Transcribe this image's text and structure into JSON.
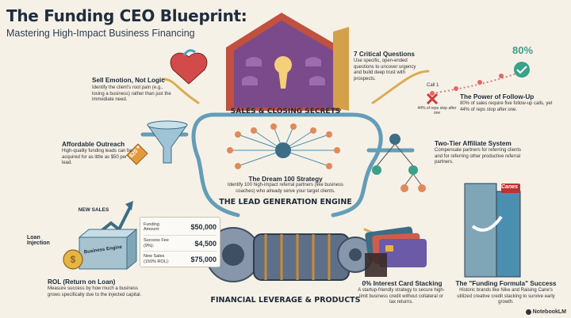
{
  "header": {
    "title": "The Funding CEO Blueprint:",
    "subtitle": "Mastering High-Impact Business Financing"
  },
  "sections": {
    "sell_emotion": {
      "title": "Sell Emotion, Not Logic",
      "body": "Identify the client's root pain (e.g., losing a business) rather than just the immediate need."
    },
    "critical_questions": {
      "title": "7 Critical Questions",
      "body": "Use specific, open-ended questions to uncover urgency and build deep trust with prospects."
    },
    "follow_up": {
      "title": "The Power of Follow-Up",
      "body": "80% of sales require five follow-up calls, yet 44% of reps stop after one.",
      "percent_label": "80%",
      "call_label": "Call 1",
      "stop_label": "44% of reps stop after one"
    },
    "sales_closing": {
      "banner": "SALES & CLOSING SECRETS"
    },
    "affordable_outreach": {
      "title": "Affordable Outreach",
      "body": "High-quality funding leads can be acquired for as little as $50 per lead.",
      "tag_label": "$20"
    },
    "dream_100": {
      "title": "The Dream 100 Strategy",
      "body": "Identify 100 high-impact referral partners (like business coaches) who already serve your target clients."
    },
    "two_tier": {
      "title": "Two-Tier Affiliate System",
      "body": "Compensate partners for referring clients and for referring other productive referral partners."
    },
    "lead_gen": {
      "banner": "THE LEAD GENERATION ENGINE"
    },
    "rol": {
      "new_sales_label": "NEW SALES",
      "loan_injection_label": "Loan Injection",
      "box_label": "Business Engine",
      "title": "ROL (Return on Loan)",
      "body": "Measure success by how much a business grows specifically due to the injected capital."
    },
    "funding_table": {
      "rows": [
        {
          "label": "Funding Amount:",
          "value": "$50,000"
        },
        {
          "label": "Success Fee (9%):",
          "value": "$4,500"
        },
        {
          "label": "New Sales (150% ROL):",
          "value": "$75,000"
        }
      ]
    },
    "financial_leverage": {
      "banner": "FINANCIAL LEVERAGE & PRODUCTS"
    },
    "card_stacking": {
      "title": "0% Interest Card Stacking",
      "body": "A startup-friendly strategy to secure high-limit business credit without collateral or tax returns."
    },
    "funding_formula": {
      "title": "The \"Funding Formula\" Success",
      "body": "Historic brands like Nike and Raising Cane's utilized creative credit stacking to survive early growth.",
      "canes_label": "Canes"
    }
  },
  "footer": {
    "brand": "NotebookLM"
  },
  "colors": {
    "door_purple": "#7b4a8a",
    "door_frame": "#c0503f",
    "check_green": "#3aa18a",
    "pipe_blue": "#4a8fb0",
    "gear_steel": "#5d7088",
    "ink": "#1d2a36"
  },
  "icons": [
    "heart-icon",
    "keyhole-door-icon",
    "checkmark-icon",
    "x-mark-icon",
    "funnel-icon",
    "price-tag-icon",
    "network-hub-icon",
    "affiliate-tree-icon",
    "growth-arrow-icon",
    "coin-icon",
    "machine-gear-icon",
    "credit-cards-icon",
    "skyline-icon"
  ]
}
